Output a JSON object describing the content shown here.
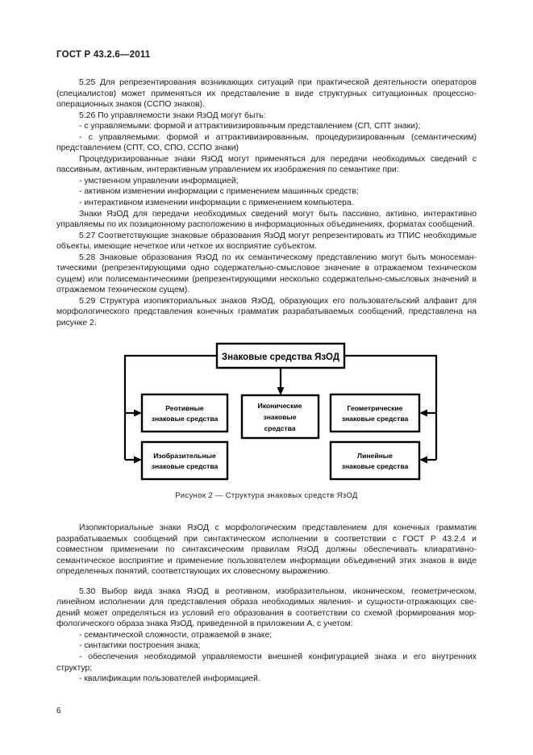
{
  "document": {
    "standard_header": "ГОСТ Р 43.2.6—2011",
    "page_number": "6"
  },
  "body": {
    "paragraphs": [
      {
        "id": "p-5-25",
        "kind": "numbered",
        "text": "5.25  Для репрезентирования возникающих ситуаций при практической деятельности операторов (специалистов) может применяться их представление в виде структурных ситуационных процес­сно-операционных знаков (ССПО знаков)."
      },
      {
        "id": "p-5-26",
        "kind": "numbered",
        "text": "5.26  По управляемости знаки ЯзОД могут быть:"
      },
      {
        "id": "p-5-26-b1",
        "kind": "bullet",
        "text": "-  с управляемыми: формой и аттрактивизированным представлением (СП, СПТ знаки);"
      },
      {
        "id": "p-5-26-b2",
        "kind": "bullet",
        "text": "-  с управляемыми: формой и аттрактивизированным, процедуризированным (семантическим) представлением (СПТ, СО, СПО, ССПО знаки)"
      },
      {
        "id": "p-proc",
        "kind": "plain",
        "text": "Процедуризированные знаки ЯзОД могут применяться для передачи необходимых сведений с пассивным, активным, интерактивным управлением их изображения по семантике при:"
      },
      {
        "id": "p-proc-b1",
        "kind": "bullet",
        "text": "-  умственном управлении информацией;"
      },
      {
        "id": "p-proc-b2",
        "kind": "bullet",
        "text": "-  активном изменении информации с применением машинных средств;"
      },
      {
        "id": "p-proc-b3",
        "kind": "bullet",
        "text": "-  интерактивном изменении информации с применением компьютера."
      },
      {
        "id": "p-znaki",
        "kind": "plain",
        "text": "Знаки ЯзОД для передачи необходимых сведений могут быть пассивно, активно, интерактив­но управляемы по их позиционному расположению в информационных объединениях, форматах сооб­щений."
      },
      {
        "id": "p-5-27",
        "kind": "numbered",
        "text": "5.27  Соответствующие знаковые образования ЯзОД могут репрезентировать из ТПИС необходи­мые объекты, имеющие нечеткое или четкое их восприятие субъектом."
      },
      {
        "id": "p-5-28",
        "kind": "numbered",
        "text": "5.28  Знаковые образования ЯзОД по их семантическому представлению могут быть моносеман­тическими (репрезентирующими одно содержательно-смысловое значение в отражаемом техничес­ком сущем) или полисемантическими (репрезентирующими несколько содержательно-смысловых значений в отражаемом техническом сущем)."
      },
      {
        "id": "p-5-29",
        "kind": "numbered",
        "text": "5.29  Структура изопикториальных знаков ЯзОД, образующих его пользовательский алфавит для морфологического представления конечных грамматик разрабатываемых сообщений, представлена на рисунке 2."
      }
    ],
    "paragraphs_after_figure": [
      {
        "id": "p-izo",
        "kind": "plain",
        "text": "Изопикториальные знаки ЯзОД с морфологическим представлением для конечных грамматик разрабатываемых сообщений при синтактическом исполнении в соответствии с ГОСТ Р 43.2.4 и совместном применении по синтаксическим правилам ЯзОД должны обеспечивать клиаратив­но-семантическое восприятие и применение пользователем информации объединений этих знаков в виде определенных понятий, соответствующих их словесному выражению."
      },
      {
        "id": "p-5-30",
        "kind": "numbered",
        "text": "5.30  Выбор вида знака ЯзОД в реотивном, изобразительном, иконическом, геометрическом, линейном исполнении для представления образа необходимых явления- и сущности-отражающих све­дений может определяться из условий его образования в соответствии со схемой формирования мор­фологического образа знака ЯзОД, приведенной в приложении А, с учетом:"
      },
      {
        "id": "p-5-30-b1",
        "kind": "bullet",
        "text": "-  семантической сложности, отражаемой в знаке;"
      },
      {
        "id": "p-5-30-b2",
        "kind": "bullet",
        "text": "-  синтактики построения знака;"
      },
      {
        "id": "p-5-30-b3",
        "kind": "bullet",
        "text": "-  обеспечения необходимой управляемости внешней конфигурацией знака и его внутренних структур;"
      },
      {
        "id": "p-5-30-b4",
        "kind": "bullet",
        "text": "-  квалификации пользователей информацией."
      }
    ]
  },
  "figure": {
    "caption": "Рисунок  2 — Структура знаковых средств ЯзОД",
    "root": {
      "id": "root-box",
      "label": "Знаковые средства ЯзОД"
    },
    "nodes": [
      {
        "id": "reotive-box",
        "label_line1": "Реотивные",
        "label_line2": "знаковые средства",
        "label_line3": ""
      },
      {
        "id": "iconic-box",
        "label_line1": "Иконические",
        "label_line2": "знаковые",
        "label_line3": "средства"
      },
      {
        "id": "geometric-box",
        "label_line1": "Геометрические",
        "label_line2": "знаковые средства",
        "label_line3": ""
      },
      {
        "id": "pictorial-box",
        "label_line1": "Изобразительные",
        "label_line2": "знаковые средства",
        "label_line3": ""
      },
      {
        "id": "linear-box",
        "label_line1": "Линейные",
        "label_line2": "знаковые средства",
        "label_line3": ""
      }
    ],
    "colors": {
      "stroke": "#000000",
      "fill": "#ffffff",
      "text": "#000000"
    }
  }
}
